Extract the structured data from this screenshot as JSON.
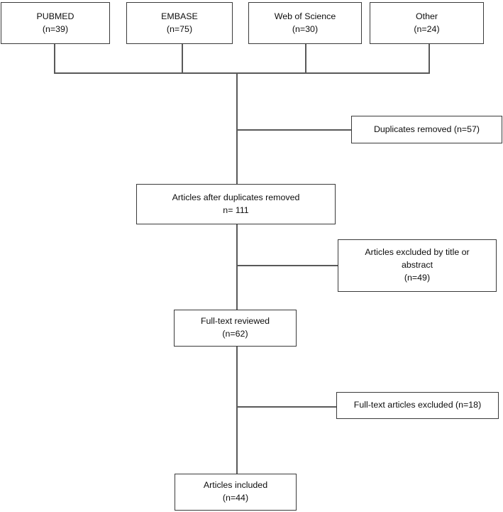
{
  "diagram": {
    "type": "prisma-flow-diagram",
    "title": "PRISMA study selection flow diagram",
    "style": {
      "box_border_color": "#3a3a3a",
      "box_fill_color": "#ffffff",
      "connector_color": "#595959",
      "text_color": "#0d0d0d",
      "background_color": "#ffffff"
    },
    "sources": [
      {
        "id": "pubmed",
        "label": "PUBMED\n(n=39)",
        "database": "PUBMED",
        "count": 39
      },
      {
        "id": "embase",
        "label": "EMBASE\n(n=75)",
        "database": "EMBASE",
        "count": 75
      },
      {
        "id": "web-of-science",
        "label": "Web of Science\n(n=30)",
        "database": "Web of Science",
        "count": 30
      },
      {
        "id": "other",
        "label": "Other\n(n=24)",
        "database": "Other",
        "count": 24
      }
    ],
    "nodes": [
      {
        "id": "duplicates-removed",
        "label": "Duplicates removed (n=57)",
        "count": 57,
        "kind": "exclusion"
      },
      {
        "id": "articles-after-duplicates",
        "label": "Articles after duplicates removed\nn= 111",
        "count": 111,
        "kind": "stage"
      },
      {
        "id": "excluded-title-abstract",
        "label": "Articles excluded by title or\nabstract\n(n=49)",
        "count": 49,
        "kind": "exclusion"
      },
      {
        "id": "full-text-reviewed",
        "label": "Full-text reviewed\n(n=62)",
        "count": 62,
        "kind": "stage"
      },
      {
        "id": "full-text-excluded",
        "label": "Full-text articles excluded (n=18)",
        "count": 18,
        "kind": "exclusion"
      },
      {
        "id": "articles-included",
        "label": "Articles included\n(n=44)",
        "count": 44,
        "kind": "stage"
      }
    ]
  }
}
